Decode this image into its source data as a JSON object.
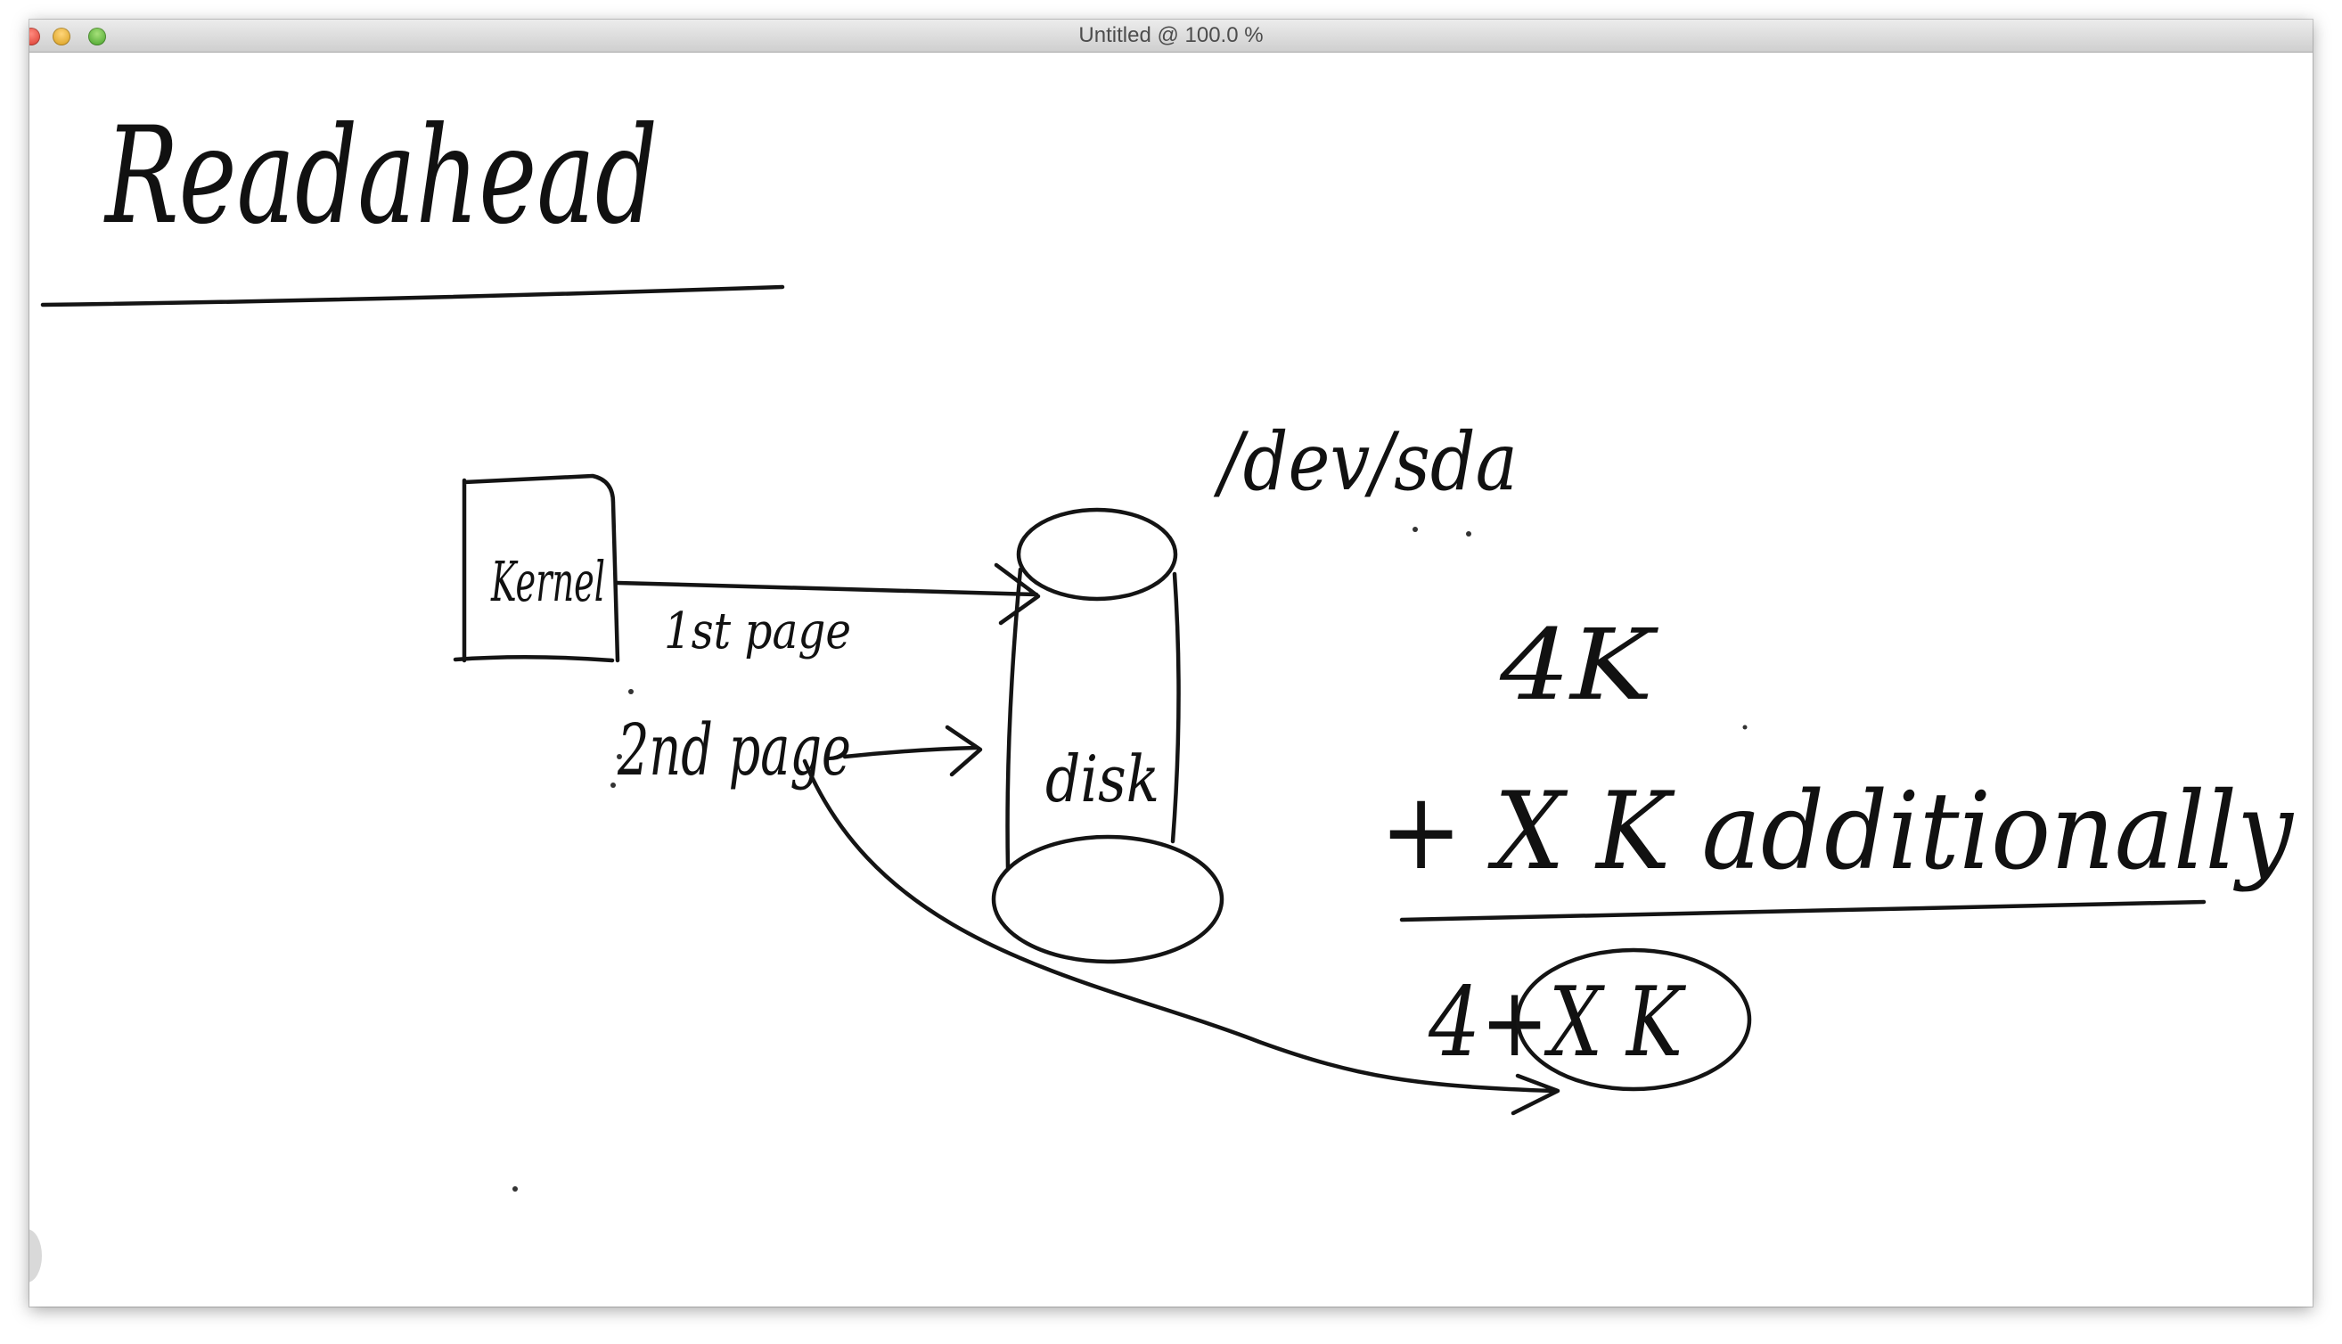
{
  "window": {
    "title": "Untitled @ 100.0 %"
  },
  "colors": {
    "ink": "#141414",
    "titlebar_top": "#ececec",
    "titlebar_bottom": "#cfcfcf",
    "close": "#d7362a",
    "minimize": "#d59a17",
    "zoom": "#3f9e23"
  },
  "icons": {
    "close": "close-button-icon",
    "minimize": "minimize-button-icon",
    "zoom": "zoom-button-icon"
  },
  "whiteboard": {
    "heading": "Readahead",
    "kernel_label": "Kernel",
    "first_page_label": "1st page",
    "second_page_label": "2nd page",
    "disk_label": "disk",
    "device_label": "/dev/sda",
    "size_label": "4K",
    "additional_label": "+ X K additionally",
    "total_prefix": "4+",
    "total_circled": "X K"
  }
}
